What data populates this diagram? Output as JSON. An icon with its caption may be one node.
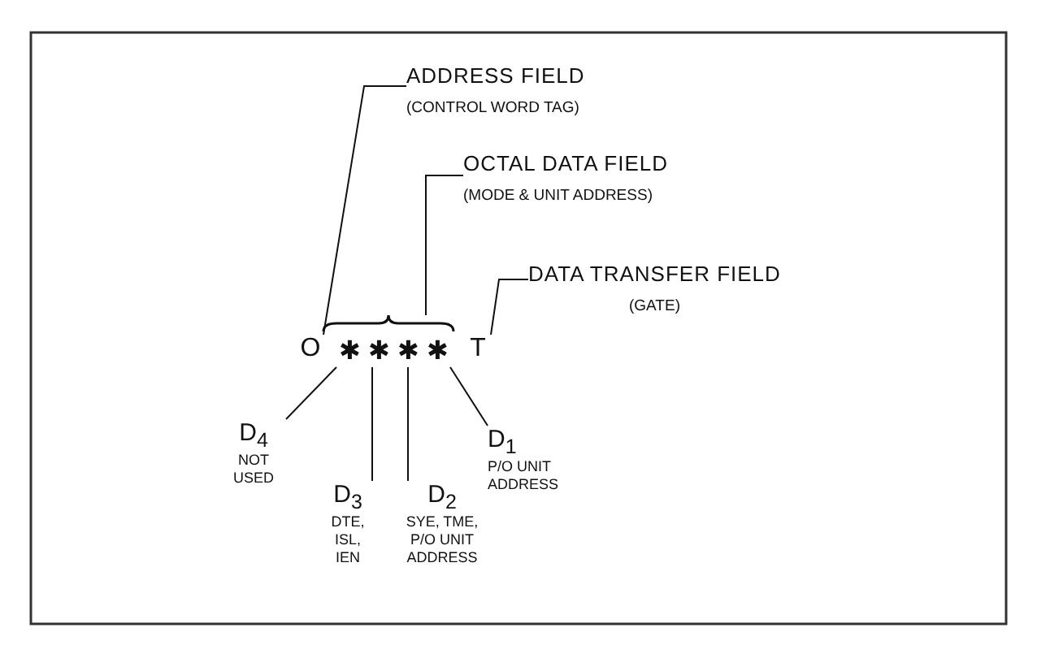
{
  "diagram": {
    "nodes": [
      {
        "text": [
          "ADDRESS FIELD",
          "(CONTROL WORD TAG)"
        ]
      },
      {
        "text": [
          "OCTAL DATA FIELD",
          "(MODE & UNIT ADDRESS)"
        ]
      },
      {
        "text": [
          "DATA TRANSFER FIELD",
          "(GATE)"
        ]
      },
      {
        "text": [],
        "shape": "brace"
      },
      {
        "text": [
          "O"
        ]
      },
      {
        "text": [
          "✱"
        ]
      },
      {
        "text": [
          "✱"
        ]
      },
      {
        "text": [
          "✱"
        ]
      },
      {
        "text": [
          "✱"
        ]
      },
      {
        "text": [
          "T"
        ]
      },
      {
        "text": [
          "D$_{4}$",
          "NOT USED"
        ]
      },
      {
        "text": [
          "D$_{3}$",
          "DTE, ISL, IEN"
        ]
      },
      {
        "text": [
          "D$_{2}$",
          "SYE, TME, P/O UNIT ADDRESS"
        ]
      },
      {
        "text": [
          "D$_{1}$",
          "P/O UNIT ADDRESS"
        ]
      }
    ],
    "edges": [
      {
        "from": 0,
        "to": 4,
        "arrow": "none"
      },
      {
        "from": 1,
        "to": 3,
        "arrow": "none"
      },
      {
        "from": 2,
        "to": 9,
        "arrow": "none"
      },
      {
        "from": 10,
        "to": 5,
        "arrow": "none"
      },
      {
        "from": 11,
        "to": 6,
        "arrow": "none"
      },
      {
        "from": 12,
        "to": 7,
        "arrow": "none"
      },
      {
        "from": 13,
        "to": 8,
        "arrow": "none"
      }
    ]
  }
}
